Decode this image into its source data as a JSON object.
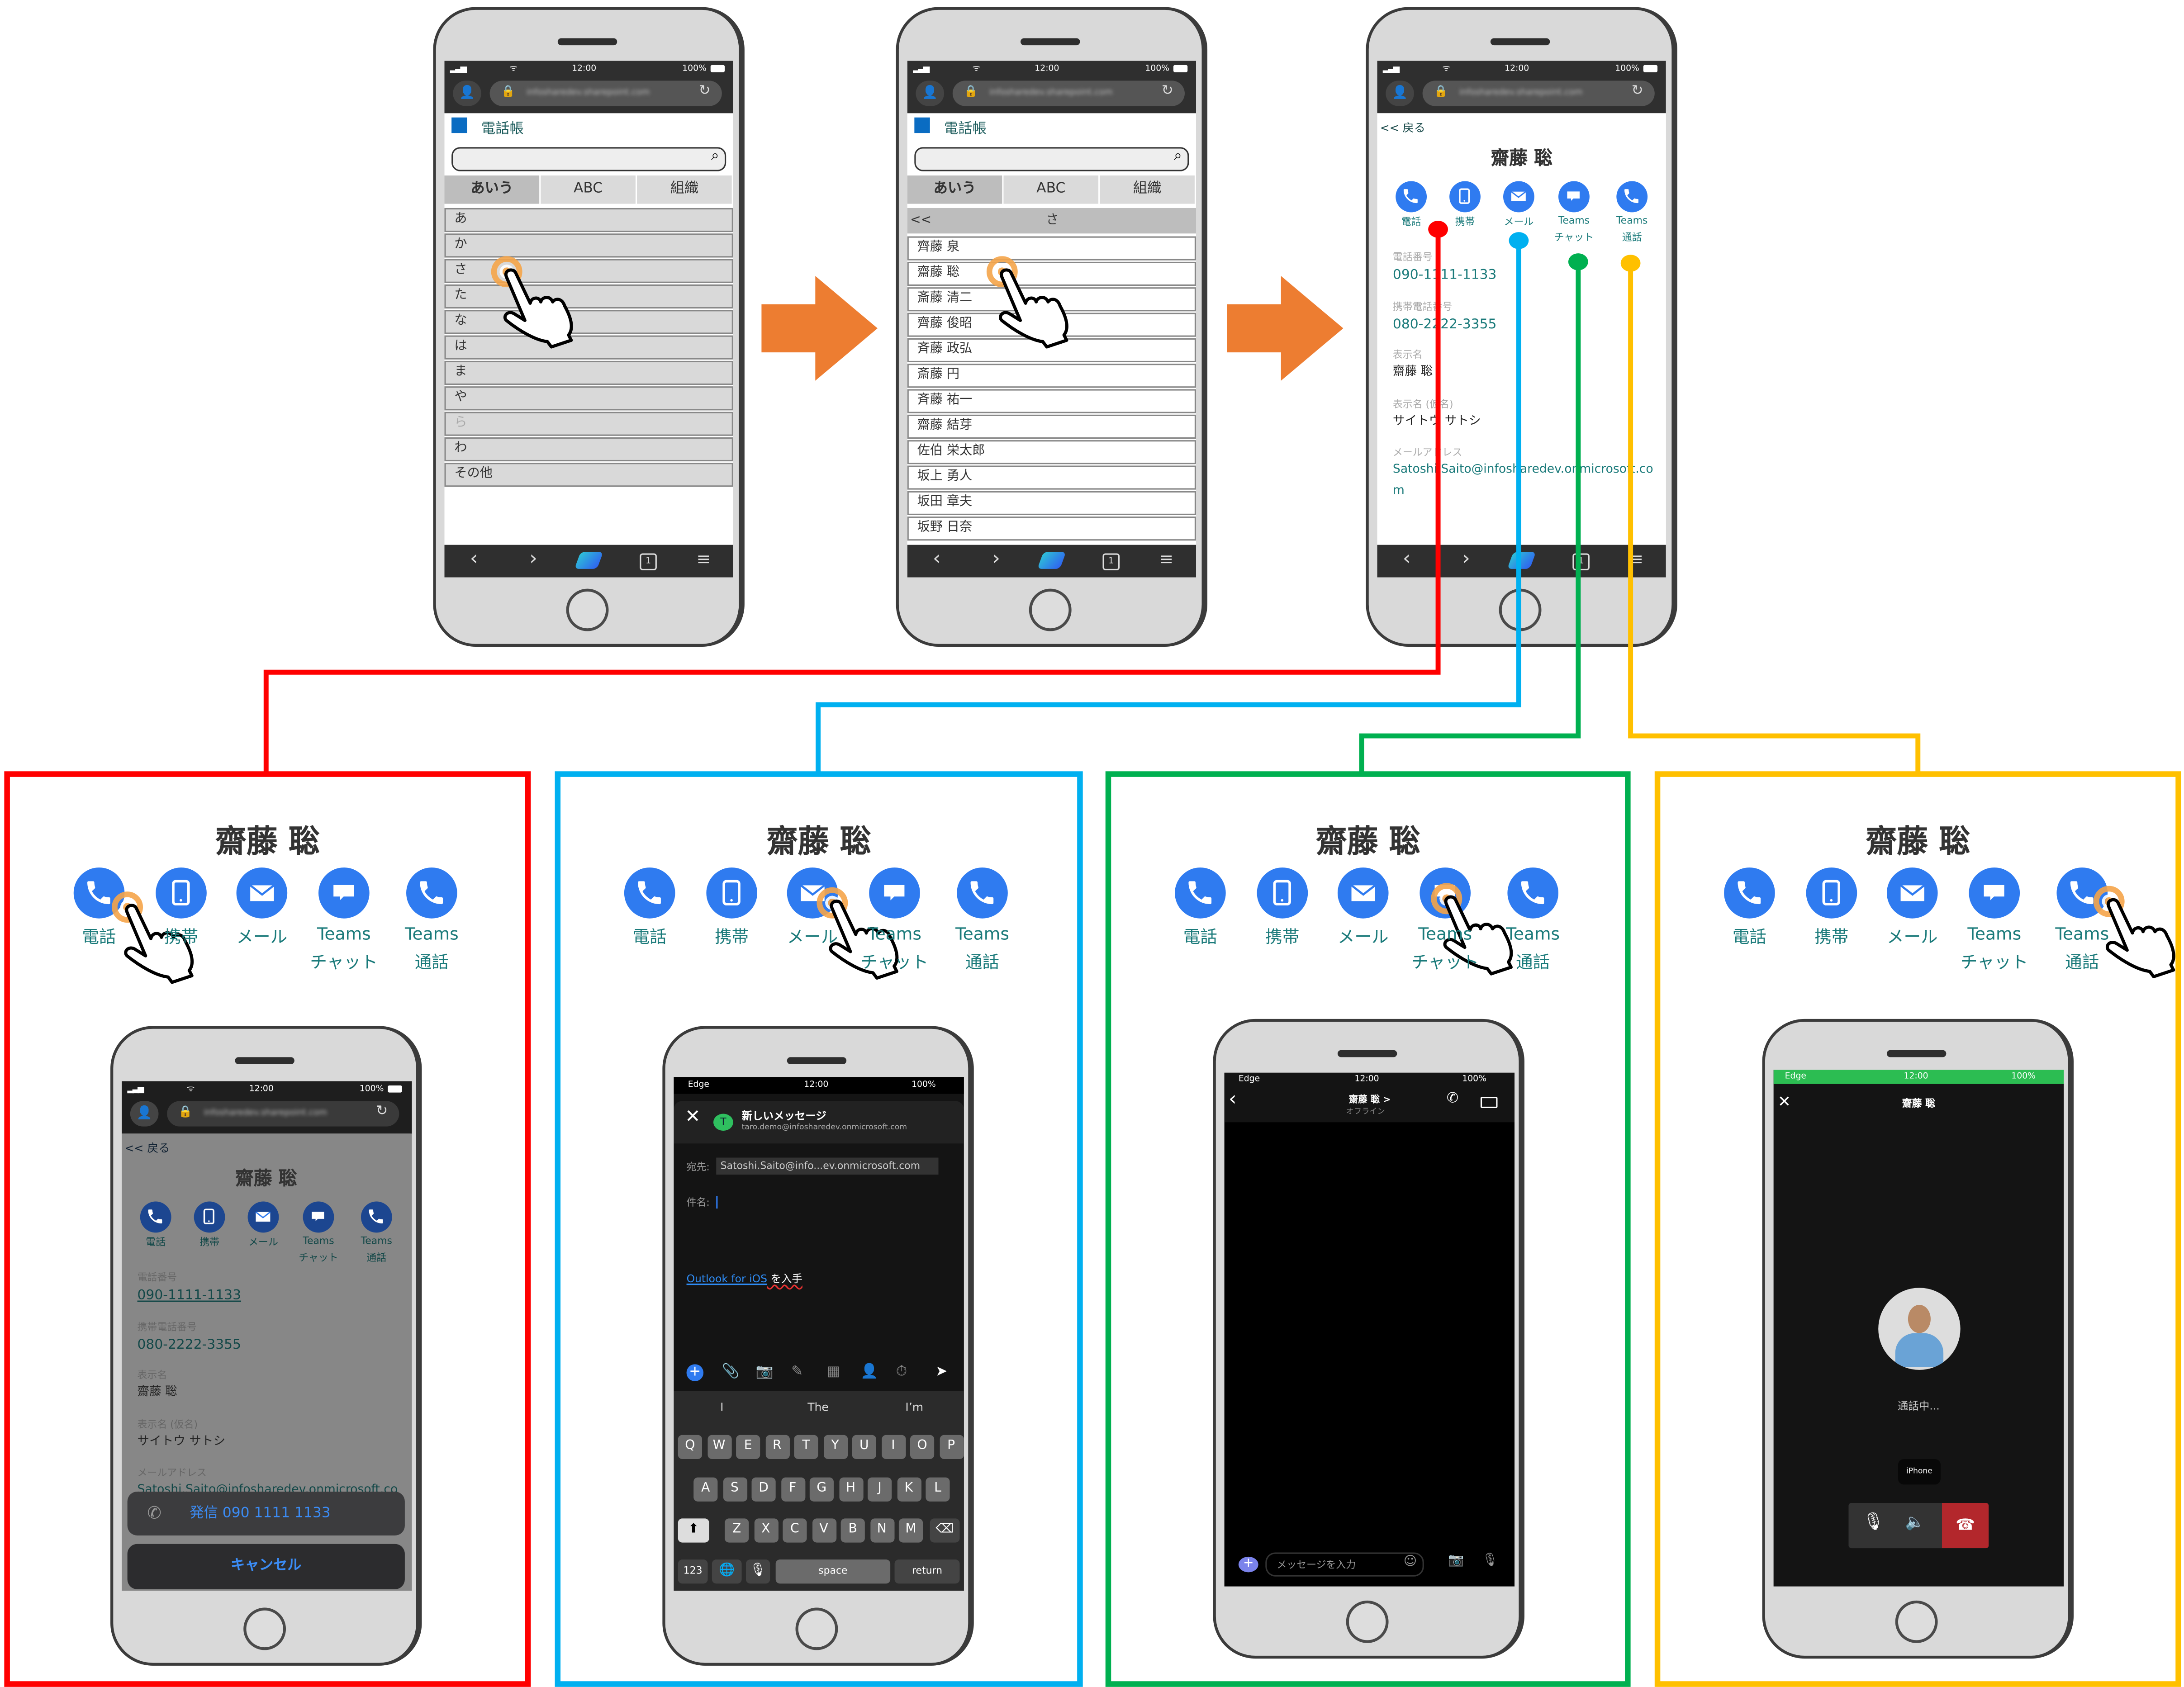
{
  "status": {
    "time": "12:00",
    "battery": "100%",
    "carrier": "Edge",
    "url": "infosharedev.sharepoint.com"
  },
  "directory": {
    "title": "電話帳",
    "tabs": [
      "あいう",
      "ABC",
      "組織"
    ],
    "kana_rows": [
      "あ",
      "か",
      "さ",
      "た",
      "な",
      "は",
      "ま",
      "や",
      "ら",
      "わ",
      "その他"
    ],
    "back": "<<",
    "section": "さ",
    "names": [
      "齊藤 泉",
      "齋藤 聡",
      "斎藤 清二",
      "齊藤 俊昭",
      "斉藤 政弘",
      "斎藤 円",
      "斉藤 祐一",
      "齋藤 結芽",
      "佐伯 栄太郎",
      "坂上 勇人",
      "坂田 章夫",
      "坂野 日奈"
    ]
  },
  "nav": {
    "tabs_count": "1"
  },
  "contact": {
    "back": "<< 戻る",
    "name": "齋藤 聡",
    "actions": [
      {
        "label": "電話",
        "label2": "",
        "icon": "phone-icon"
      },
      {
        "label": "携帯",
        "label2": "",
        "icon": "mobile-icon"
      },
      {
        "label": "メール",
        "label2": "",
        "icon": "mail-icon"
      },
      {
        "label": "Teams",
        "label2": "チャット",
        "icon": "chat-icon"
      },
      {
        "label": "Teams",
        "label2": "通話",
        "icon": "phone-icon"
      }
    ],
    "fields": [
      {
        "label": "電話番号",
        "value": "090-1111-1133"
      },
      {
        "label": "携帯電話番号",
        "value": "080-2222-3355"
      },
      {
        "label": "表示名",
        "value": "齋藤 聡"
      },
      {
        "label": "表示名 (仮名)",
        "value": "サイトウ サトシ"
      },
      {
        "label": "メールアドレス",
        "value": "Satoshi.Saito@infosharedev.onmicrosoft.com"
      }
    ]
  },
  "dial_sheet": {
    "call": "発信 090 1111 1133",
    "cancel": "キャンセル"
  },
  "mail": {
    "title": "新しいメッセージ",
    "from": "taro.demo@infosharedev.onmicrosoft.com",
    "avatar": "T",
    "to_label": "宛先:",
    "to": "Satoshi.Saito@info...ev.onmicrosoft.com",
    "subject_label": "件名:",
    "link": "Outlook for iOS",
    "link_suffix": " を入手",
    "suggestions": [
      "I",
      "The",
      "I’m"
    ],
    "keys": [
      [
        "Q",
        "W",
        "E",
        "R",
        "T",
        "Y",
        "U",
        "I",
        "O",
        "P"
      ],
      [
        "A",
        "S",
        "D",
        "F",
        "G",
        "H",
        "J",
        "K",
        "L"
      ],
      [
        "Z",
        "X",
        "C",
        "V",
        "B",
        "N",
        "M"
      ]
    ],
    "key_123": "123",
    "key_space": "space",
    "key_return": "return"
  },
  "teams_chat": {
    "name": "齋藤 聡 >",
    "presence": "オフライン",
    "placeholder": "メッセージを入力"
  },
  "teams_call": {
    "name": "齋藤 聡",
    "status": "通話中...",
    "device": "iPhone"
  },
  "colors": {
    "red": "#ff0000",
    "blue": "#00b0f0",
    "green": "#00b050",
    "yellow": "#ffc000",
    "arrow": "#ed7d31",
    "action": "#2f7bf0"
  }
}
